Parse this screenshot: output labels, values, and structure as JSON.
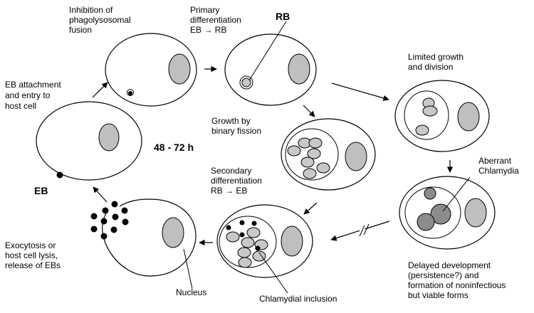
{
  "labels": {
    "inhibition": [
      "Inhibition of",
      "phagolysosomal",
      "fusion"
    ],
    "primary": [
      "Primary",
      "differentiation",
      "EB → RB"
    ],
    "rb": "RB",
    "limited": [
      "Limited growth",
      "and division"
    ],
    "attachment": [
      "EB attachment",
      "and entry to",
      "host cell"
    ],
    "binary": [
      "Growth by",
      "binary fission"
    ],
    "cycle_time": "48 - 72 h",
    "aberrant": [
      "Aberrant",
      "Chlamydia"
    ],
    "secondary": [
      "Secondary",
      "differentiation",
      "RB → EB"
    ],
    "eb": "EB",
    "exocytosis": [
      "Exocytosis or",
      "host cell lysis,",
      "release of EBs"
    ],
    "nucleus": "Nucleus",
    "inclusion": "Chlamydial inclusion",
    "delayed": [
      "Delayed development",
      "(persistence?) and",
      "formation of noninfectious",
      "but viable forms"
    ]
  },
  "colors": {
    "nucleus_fill": "#bfbfbf",
    "rb_fill": "#c8c8c8",
    "aberrant_fill": "#8c8c8c",
    "eb_fill": "#000000"
  }
}
